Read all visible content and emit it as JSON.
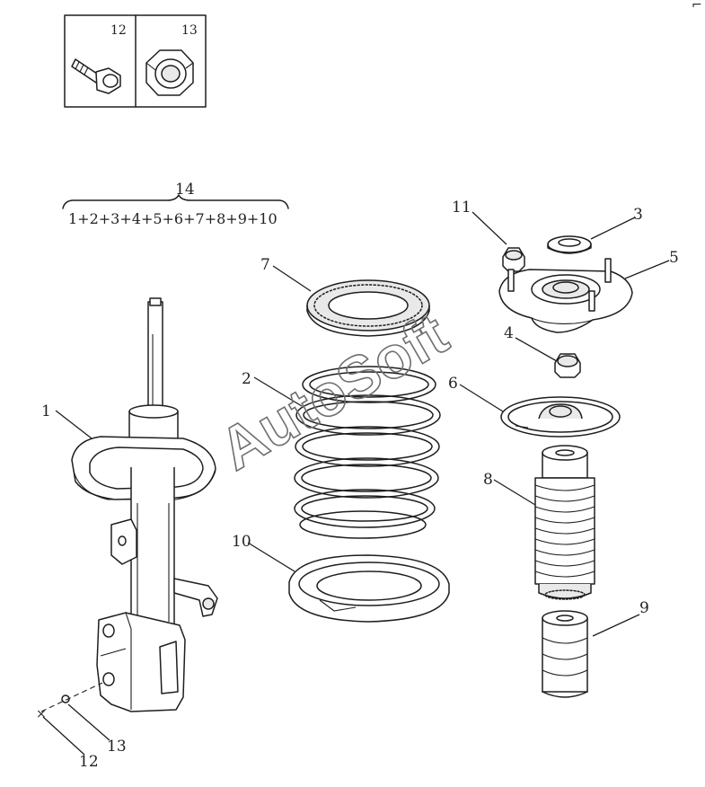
{
  "diagram": {
    "formula": "1+2+3+4+5+6+7+8+9+10",
    "watermark": "AutoSoft",
    "inset_labels": [
      "12",
      "13"
    ],
    "callouts": {
      "c1": "1",
      "c2": "2",
      "c3": "3",
      "c4": "4",
      "c5": "5",
      "c6": "6",
      "c7": "7",
      "c8": "8",
      "c9": "9",
      "c10": "10",
      "c11": "11",
      "c12": "12",
      "c13": "13",
      "c14": "14"
    },
    "corner_mark": "⌐"
  }
}
